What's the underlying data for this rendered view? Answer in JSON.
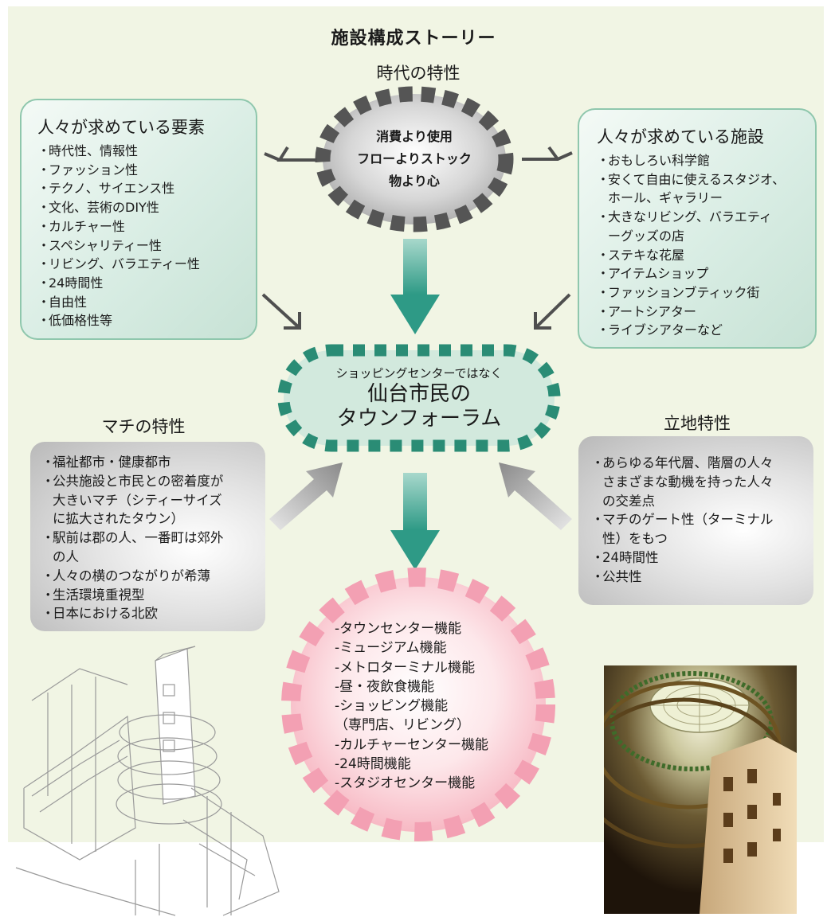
{
  "title": "施設構成ストーリー",
  "captions": {
    "era": "時代の特性",
    "town": "マチの特性",
    "location": "立地特性"
  },
  "era_oval": {
    "lines": [
      "消費より使用",
      "フローよりストック",
      "物より心"
    ]
  },
  "left_box": {
    "heading": "人々が求めている要素",
    "items": [
      "時代性、情報性",
      "ファッション性",
      "テクノ、サイエンス性",
      "文化、芸術のDIY性",
      "カルチャー性",
      "スペシャリティー性",
      "リビング、バラエティー性",
      "24時間性",
      "自由性",
      "低価格性等"
    ]
  },
  "right_box": {
    "heading": "人々が求めている施設",
    "items": [
      "おもしろい科学館",
      "安くて自由に使えるスタジオ、",
      "ホール、ギャラリー",
      "大きなリビング、バラエティ",
      "ーグッズの店",
      "ステキな花屋",
      "アイテムショップ",
      "ファッションブティック街",
      "アートシアター",
      "ライブシアターなど"
    ]
  },
  "center_pill": {
    "small": "ショッピングセンターではなく",
    "line1": "仙台市民の",
    "line2": "タウンフォーラム"
  },
  "town_box": {
    "items": [
      "福祉都市・健康都市",
      "公共施設と市民との密着度が",
      "大きいマチ（シティーサイズ",
      "に拡大されたタウン）",
      "駅前は郡の人、一番町は郊外",
      "の人",
      "人々の横のつながりが希薄",
      "生活環境重視型",
      "日本における北欧"
    ]
  },
  "location_box": {
    "items": [
      "あらゆる年代層、階層の人々",
      "さまざまな動機を持った人々",
      "の交差点",
      "マチのゲート性（ターミナル",
      "性）をもつ",
      "24時間性",
      "公共性"
    ]
  },
  "functions": [
    "-タウンセンター機能",
    "-ミュージアム機能",
    "-メトロターミナル機能",
    "-昼・夜飲食機能",
    "-ショッピング機能",
    "（専門店、リビング）",
    "-カルチャーセンター機能",
    "-24時間機能",
    "-スタジオセンター機能"
  ],
  "colors": {
    "background": "#f1f5e4",
    "green_box": "#d9ede4",
    "teal_arrow": "#2e9a86",
    "dash_dark": "#555555",
    "dash_teal": "#2a8c75",
    "dash_pink": "#f3a0b3",
    "pink_circle": "#fcd9de"
  }
}
